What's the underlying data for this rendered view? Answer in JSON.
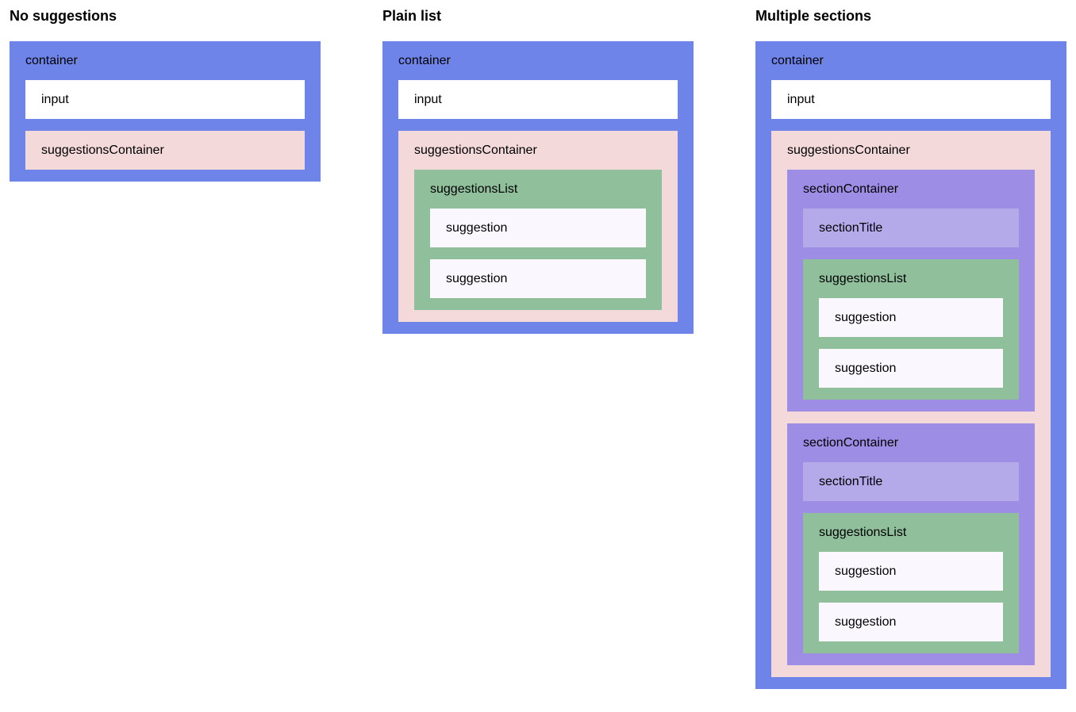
{
  "colors": {
    "container": "#6f84e8",
    "input": "#ffffff",
    "suggestionsContainer": "#f4d9db",
    "suggestionsList": "#90bf9c",
    "suggestion": "#faf8fe",
    "sectionContainer": "#9d8de4",
    "sectionTitle": "#b4a9e9",
    "text": "#000000",
    "page_background": "#ffffff"
  },
  "examples": [
    {
      "title": "No suggestions",
      "container_label": "container",
      "input_label": "input",
      "suggestions_container_label": "suggestionsContainer"
    },
    {
      "title": "Plain list",
      "container_label": "container",
      "input_label": "input",
      "suggestions_container_label": "suggestionsContainer",
      "suggestions_list_label": "suggestionsList",
      "suggestions": [
        "suggestion",
        "suggestion"
      ]
    },
    {
      "title": "Multiple sections",
      "container_label": "container",
      "input_label": "input",
      "suggestions_container_label": "suggestionsContainer",
      "sections": [
        {
          "section_container_label": "sectionContainer",
          "section_title_label": "sectionTitle",
          "suggestions_list_label": "suggestionsList",
          "suggestions": [
            "suggestion",
            "suggestion"
          ]
        },
        {
          "section_container_label": "sectionContainer",
          "section_title_label": "sectionTitle",
          "suggestions_list_label": "suggestionsList",
          "suggestions": [
            "suggestion",
            "suggestion"
          ]
        }
      ]
    }
  ]
}
